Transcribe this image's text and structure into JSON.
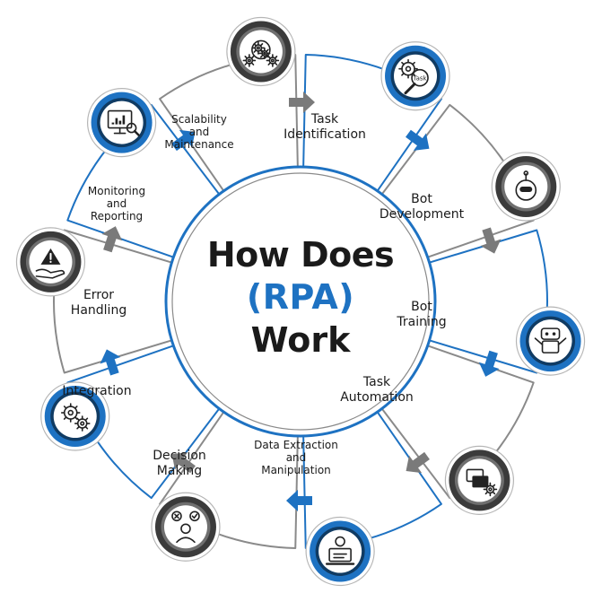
{
  "title": {
    "line1": "How Does",
    "line2": "(RPA)",
    "line3": "Work"
  },
  "colors": {
    "blue": "#1e72c2",
    "dark_gray": "#3b3b3b",
    "mid_gray": "#6f6f6f",
    "light_gray": "#cfcfcf",
    "outline_gray": "#8a8a8a",
    "text": "#1a1a1a"
  },
  "steps": [
    {
      "id": "task-identification",
      "lines": [
        "Task",
        "Identification"
      ],
      "icon": "gear-search-icon",
      "icon_style": "blue",
      "badge_text": "Task"
    },
    {
      "id": "bot-development",
      "lines": [
        "Bot",
        "Development"
      ],
      "icon": "robot-head-icon",
      "icon_style": "gray"
    },
    {
      "id": "bot-training",
      "lines": [
        "Bot",
        "Training"
      ],
      "icon": "robot-icon",
      "icon_style": "blue"
    },
    {
      "id": "task-automation",
      "lines": [
        "Task",
        "Automation"
      ],
      "icon": "screens-gear-icon",
      "icon_style": "gray"
    },
    {
      "id": "data-extraction",
      "lines": [
        "Data Extraction",
        "and",
        "Manipulation"
      ],
      "icon": "robot-laptop-icon",
      "icon_style": "blue"
    },
    {
      "id": "decision-making",
      "lines": [
        "Decision",
        "Making"
      ],
      "icon": "person-choice-icon",
      "icon_style": "gray"
    },
    {
      "id": "integration",
      "lines": [
        "Integration"
      ],
      "icon": "gears-icon",
      "icon_style": "blue"
    },
    {
      "id": "error-handling",
      "lines": [
        "Error",
        "Handling"
      ],
      "icon": "hand-warning-icon",
      "icon_style": "gray"
    },
    {
      "id": "monitoring-reporting",
      "lines": [
        "Monitoring",
        "and",
        "Reporting"
      ],
      "icon": "monitor-chart-icon",
      "icon_style": "blue"
    },
    {
      "id": "scalability-maintenance",
      "lines": [
        "Scalability",
        "and",
        "Maintenance"
      ],
      "icon": "head-gears-icon",
      "icon_style": "gray"
    }
  ]
}
